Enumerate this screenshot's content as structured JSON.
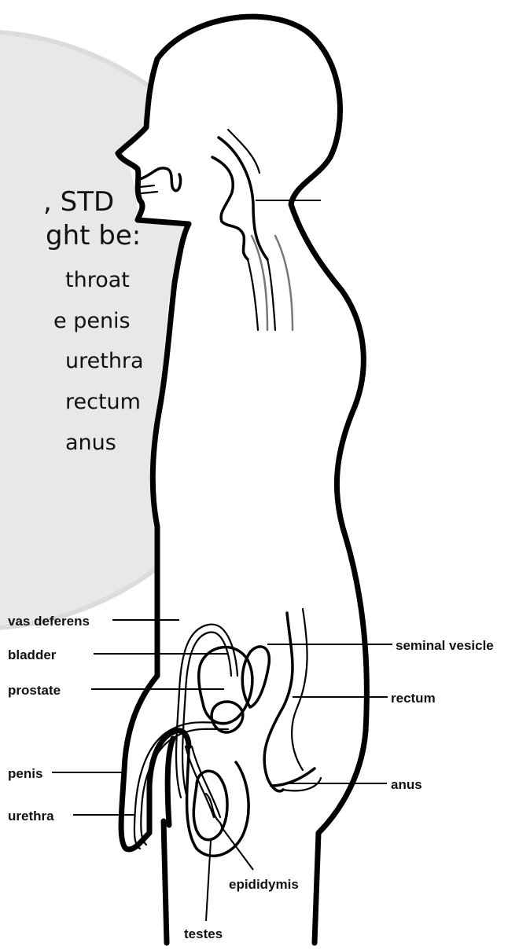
{
  "panel": {
    "line1": ", STD",
    "line2": "ght be:",
    "items": [
      "throat",
      "e penis",
      "urethra",
      "rectum",
      "anus"
    ]
  },
  "labels": {
    "vas_deferens": "vas deferens",
    "bladder": "bladder",
    "prostate": "prostate",
    "penis": "penis",
    "urethra": "urethra",
    "seminal_vesicle": "seminal vesicle",
    "rectum": "rectum",
    "anus": "anus",
    "epididymis": "epididymis",
    "testes": "testes"
  },
  "colors": {
    "panel_fill": "#e8e8e8",
    "panel_stroke": "#dcdcdc",
    "ink": "#000000"
  }
}
